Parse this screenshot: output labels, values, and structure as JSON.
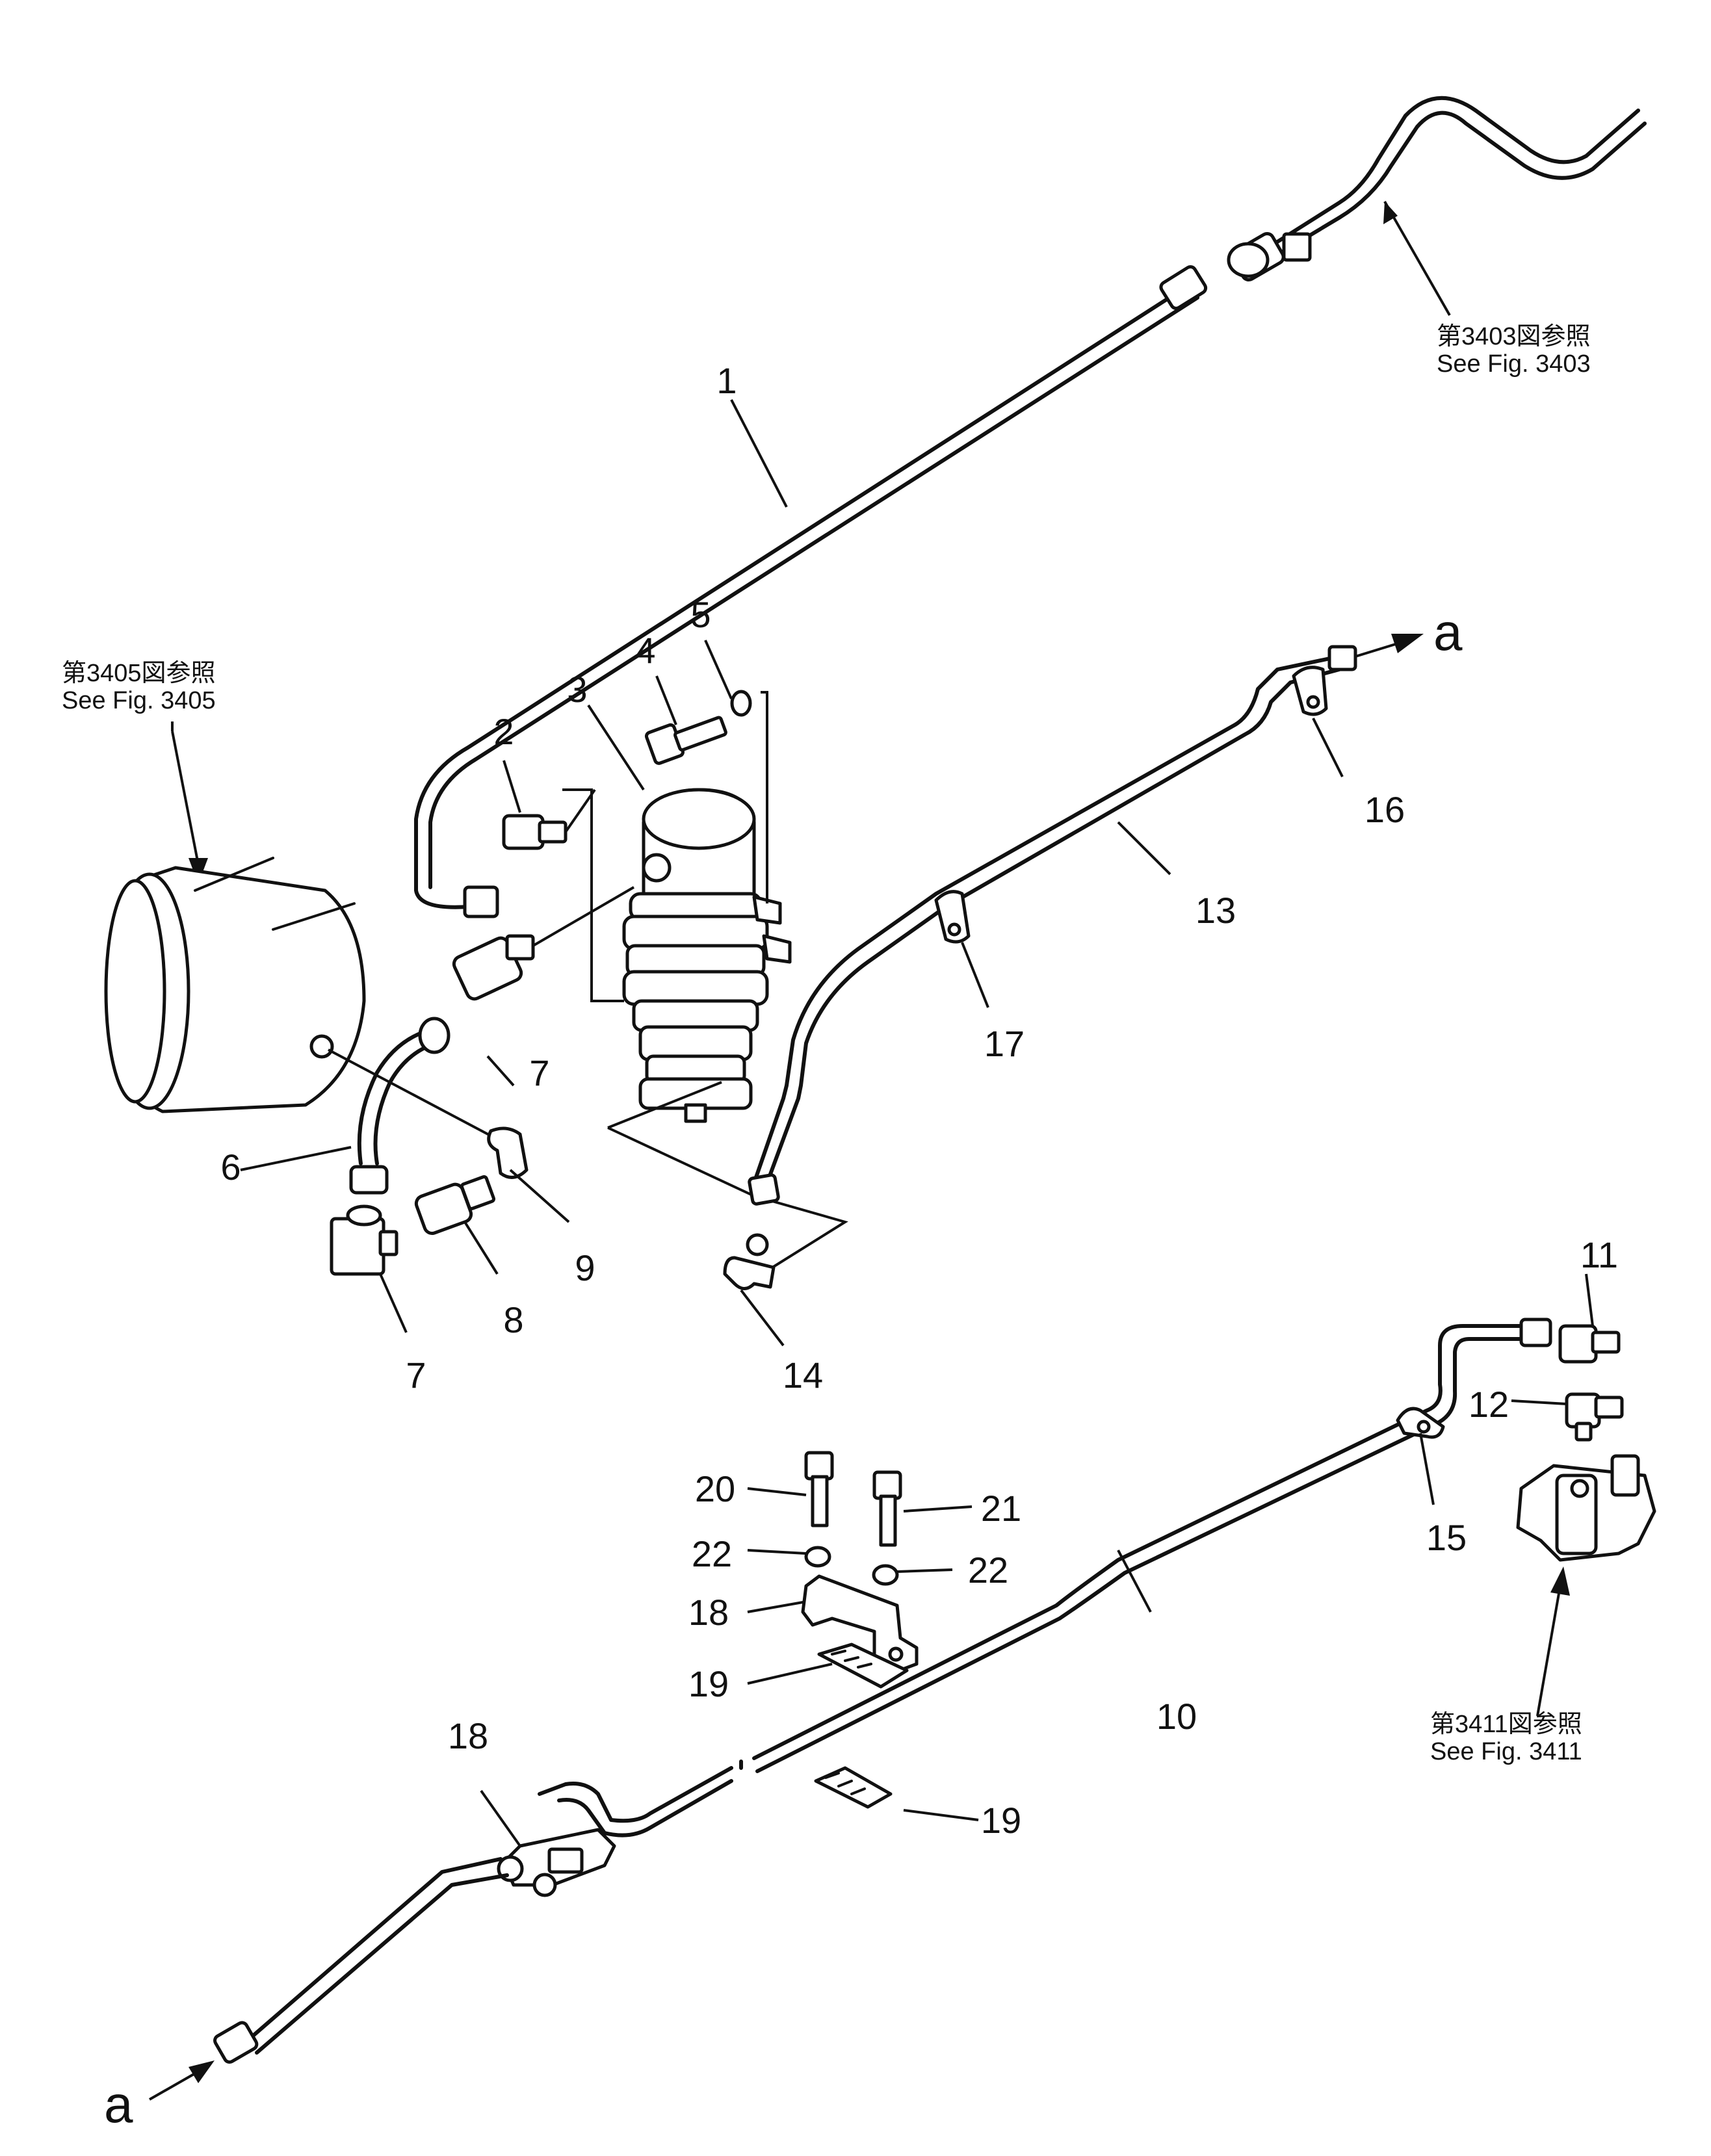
{
  "references": [
    {
      "id": "ref-3403",
      "jp": "第3403図参照",
      "en": "See  Fig.  3403"
    },
    {
      "id": "ref-3405",
      "jp": "第3405図参照",
      "en": "See  Fig.  3405"
    },
    {
      "id": "ref-3411",
      "jp": "第3411図参照",
      "en": "See  Fig.  3411"
    }
  ],
  "connection_labels": [
    "a",
    "a"
  ],
  "callouts": [
    "1",
    "2",
    "3",
    "4",
    "5",
    "6",
    "7",
    "7",
    "8",
    "9",
    "10",
    "11",
    "12",
    "13",
    "14",
    "15",
    "16",
    "17",
    "18",
    "18",
    "19",
    "19",
    "20",
    "21",
    "22",
    "22"
  ]
}
